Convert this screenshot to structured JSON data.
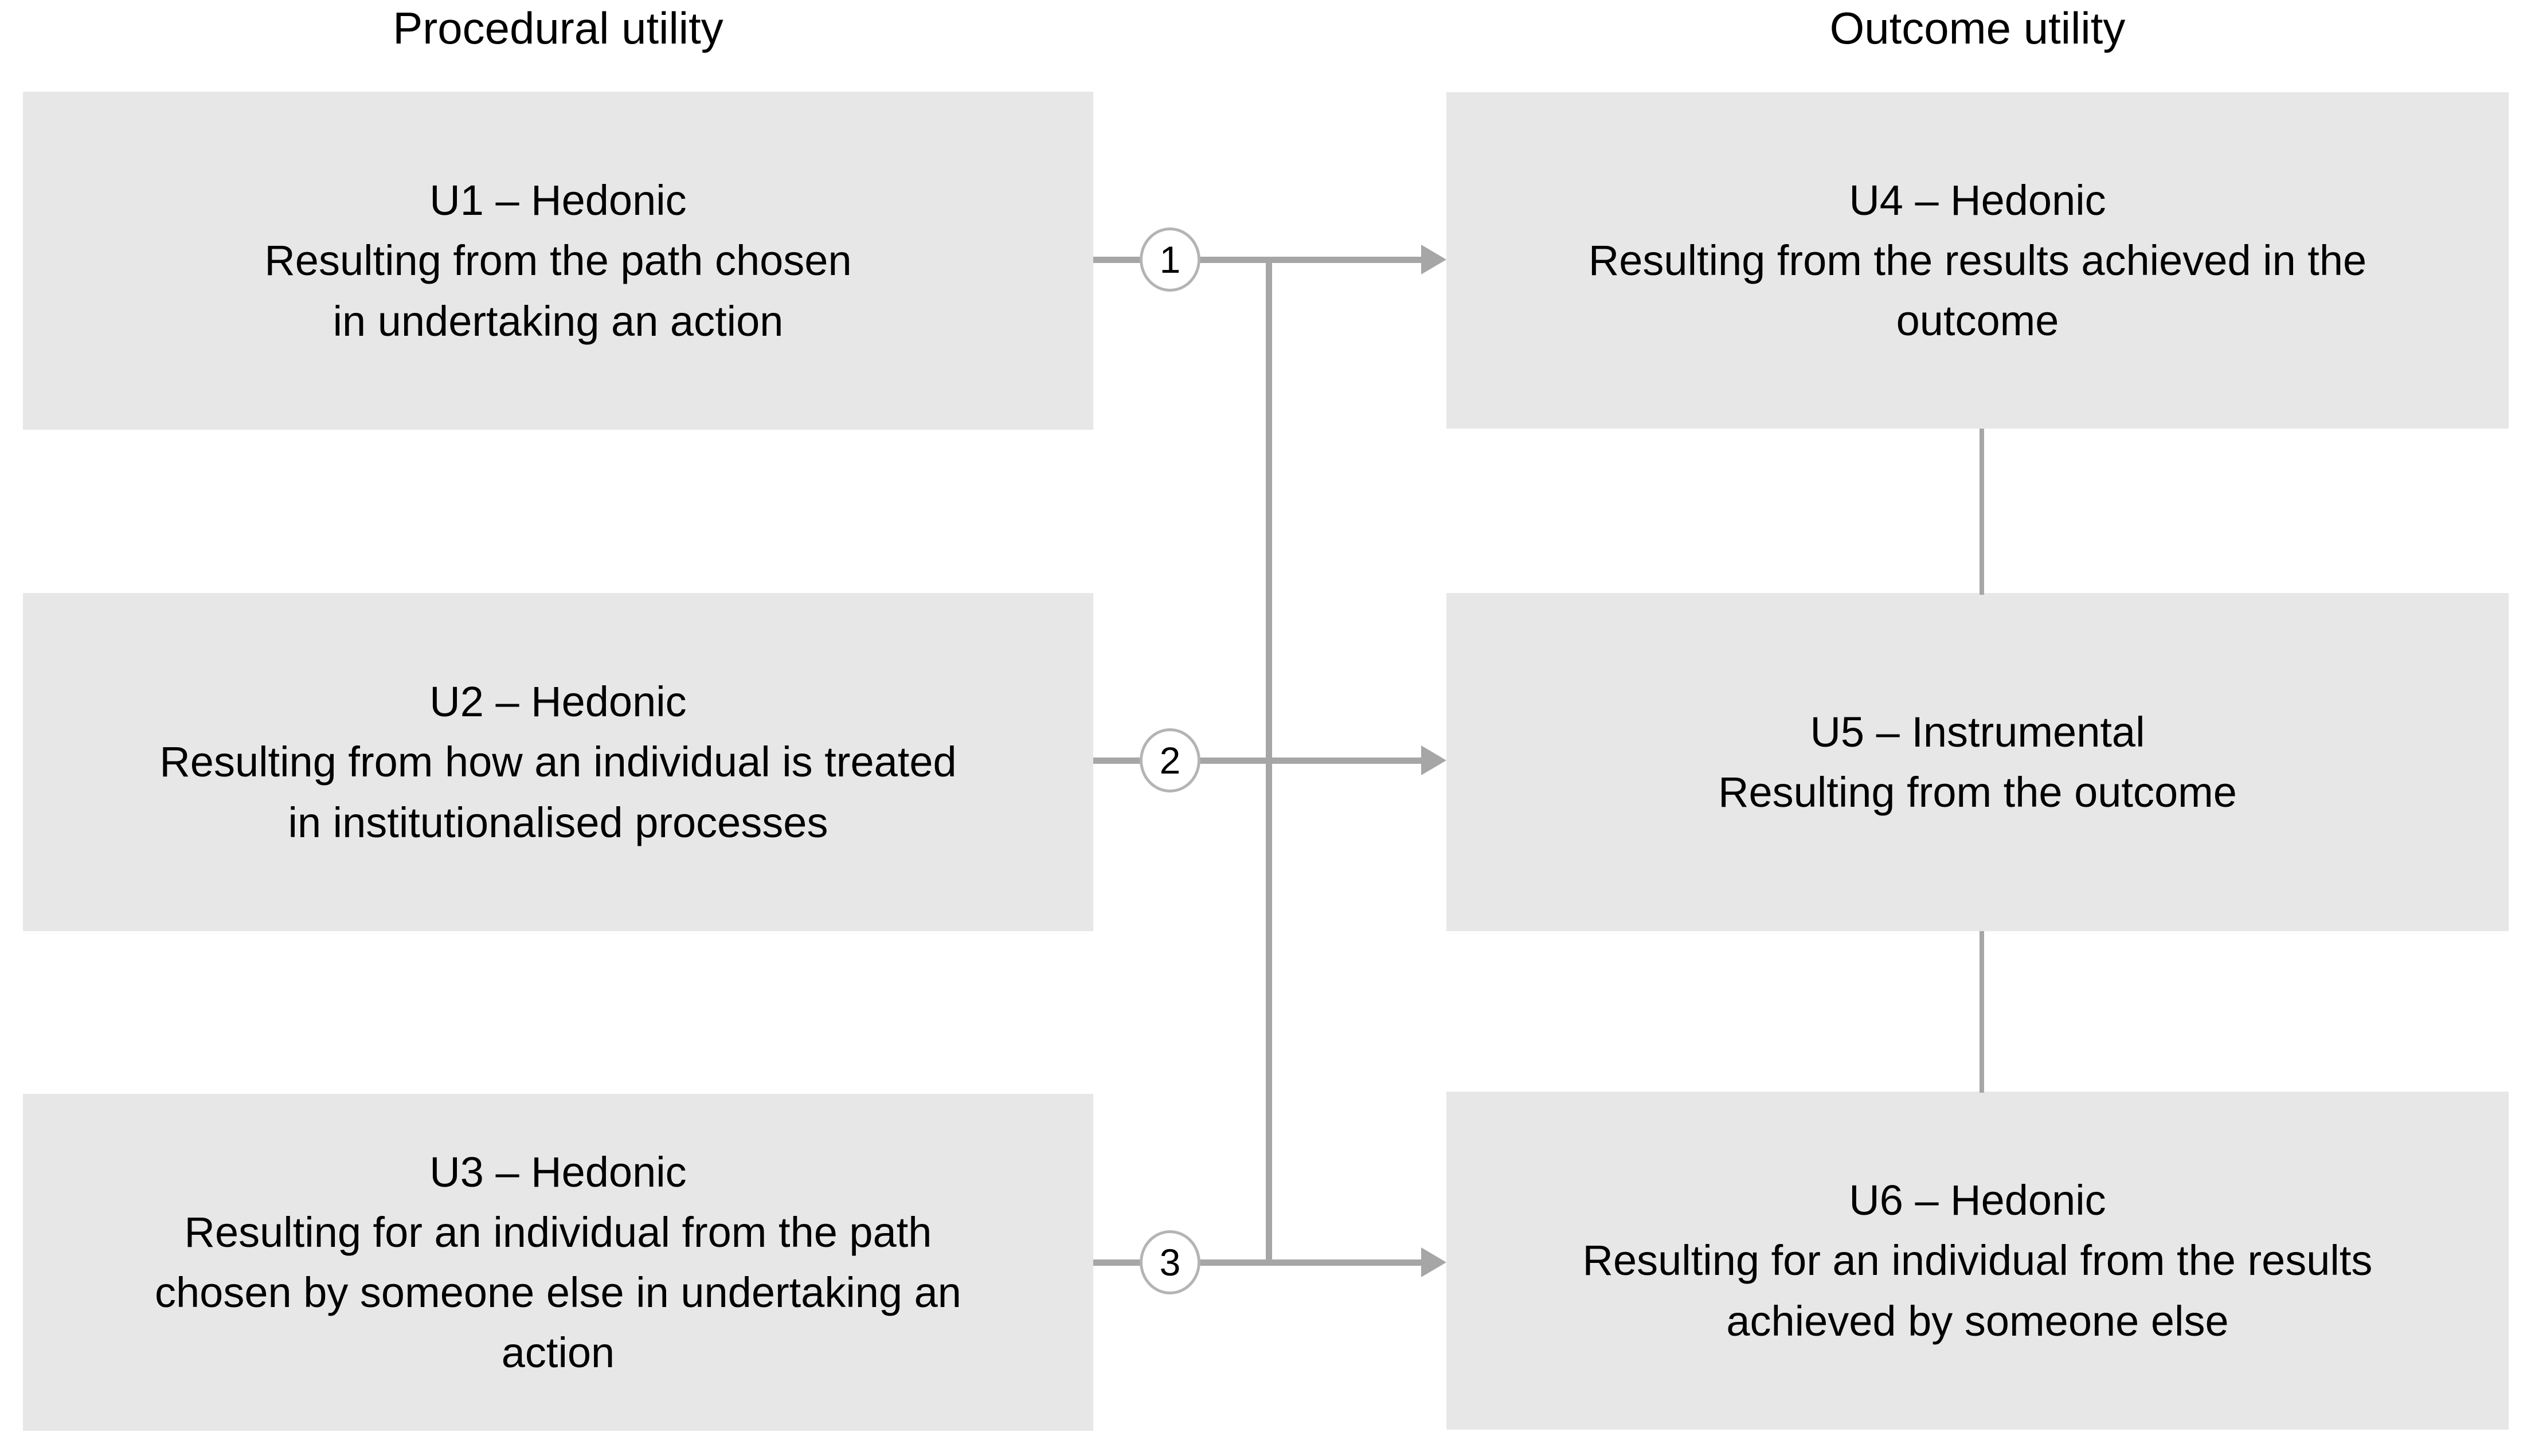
{
  "headers": {
    "left": "Procedural utility",
    "right": "Outcome utility"
  },
  "colors": {
    "box_fill": "#e7e7e7",
    "connector": "#a6a6a6",
    "circle_border": "#b4b4b4",
    "text": "#000000",
    "background": "#ffffff"
  },
  "nodes": {
    "u1": {
      "title": "U1 – Hedonic",
      "description": "Resulting from the path chosen\nin undertaking an action",
      "full_text": "U1 – Hedonic\nResulting from the path chosen\nin undertaking an action"
    },
    "u2": {
      "title": "U2 – Hedonic",
      "description": "Resulting from how an individual is treated\nin institutionalised processes",
      "full_text": "U2 – Hedonic\nResulting from how an individual is treated\nin institutionalised processes"
    },
    "u3": {
      "title": "U3 – Hedonic",
      "description": "Resulting for an individual from the path\nchosen by someone else in undertaking an\naction",
      "full_text": "U3 – Hedonic\nResulting for an individual from the path\nchosen by someone else in undertaking an\naction"
    },
    "u4": {
      "title": "U4 – Hedonic",
      "description": "Resulting from the results achieved in the\noutcome",
      "full_text": "U4 – Hedonic\nResulting from the results achieved in the\noutcome"
    },
    "u5": {
      "title": "U5 – Instrumental",
      "description": "Resulting from the outcome",
      "full_text": "U5 – Instrumental\nResulting from the outcome"
    },
    "u6": {
      "title": "U6 – Hedonic",
      "description": "Resulting for an individual from the results\nachieved by someone else",
      "full_text": "U6 – Hedonic\nResulting for an individual from the results\nachieved by someone else"
    }
  },
  "connectors": {
    "markers": [
      {
        "id": "1",
        "label": "1",
        "from": "u1",
        "to": "u4"
      },
      {
        "id": "2",
        "label": "2",
        "from": "u2",
        "to": "u5"
      },
      {
        "id": "3",
        "label": "3",
        "from": "u3",
        "to": "u6"
      }
    ],
    "vertical_links": [
      {
        "from": "u4",
        "to": "u5"
      },
      {
        "from": "u5",
        "to": "u6"
      }
    ]
  }
}
